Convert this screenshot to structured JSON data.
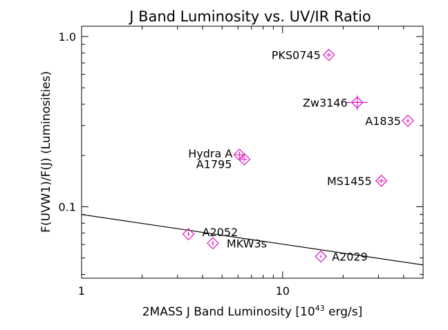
{
  "chart_data": {
    "type": "scatter",
    "title": "J Band Luminosity vs. UV/IR Ratio",
    "xlabel": "2MASS J Band Luminosity [10",
    "xlabel_exponent": "43",
    "xlabel_unit": " erg/s]",
    "ylabel": "F(UVW1)/F(J) (Luminosities)",
    "x_scale": "log",
    "y_scale": "log",
    "xlim": [
      1,
      50
    ],
    "ylim": [
      0.038,
      1.15
    ],
    "x_ticks": [
      {
        "value": 1,
        "label": "1"
      },
      {
        "value": 10,
        "label": "10"
      }
    ],
    "y_ticks": [
      {
        "value": 0.1,
        "label": "0.1"
      },
      {
        "value": 1.0,
        "label": "1.0"
      }
    ],
    "grid": false,
    "point_color": "#e020c0",
    "points": [
      {
        "label": "PKS0745",
        "x": 17.0,
        "y": 0.78,
        "xerr": 0.5,
        "yerr": 0.02
      },
      {
        "label": "Zw3146",
        "x": 23.5,
        "y": 0.41,
        "xerr": 3.0,
        "yerr": 0.04
      },
      {
        "label": "A1835",
        "x": 42.0,
        "y": 0.32,
        "xerr": 0.8,
        "yerr": 0.01
      },
      {
        "label": "Hydra A",
        "x": 6.1,
        "y": 0.202,
        "xerr": 0.3,
        "yerr": 0.008
      },
      {
        "label": "A1795",
        "x": 6.45,
        "y": 0.19,
        "xerr": 0.2,
        "yerr": 0.006
      },
      {
        "label": "MS1455",
        "x": 31.0,
        "y": 0.142,
        "xerr": 1.2,
        "yerr": 0.004
      },
      {
        "label": "A2052",
        "x": 3.4,
        "y": 0.069,
        "xerr": 0.05,
        "yerr": 0.002
      },
      {
        "label": "MKW3s",
        "x": 4.5,
        "y": 0.061,
        "xerr": 0.05,
        "yerr": 0.002
      },
      {
        "label": "A2029",
        "x": 15.5,
        "y": 0.051,
        "xerr": 0.1,
        "yerr": 0.001
      }
    ],
    "fit_line": {
      "x": [
        1,
        50
      ],
      "y": [
        0.09,
        0.0455
      ]
    }
  }
}
